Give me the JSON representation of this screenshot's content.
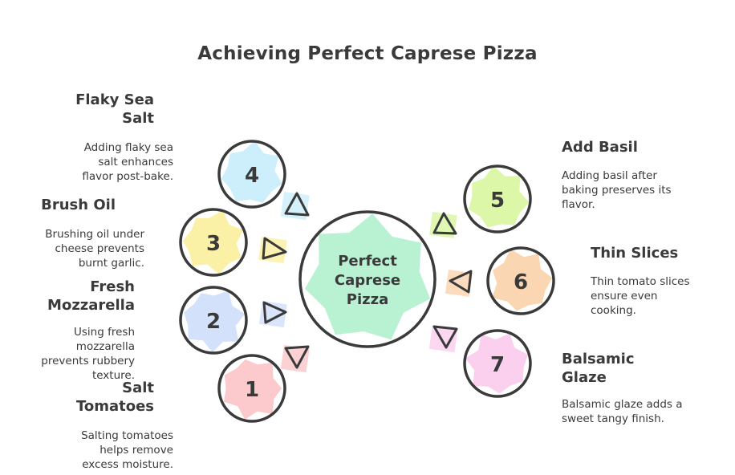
{
  "title": "Achieving Perfect Caprese Pizza",
  "center": {
    "lines": [
      "Perfect",
      "Caprese",
      "Pizza"
    ],
    "color": "#b9f2d3"
  },
  "steps": [
    {
      "num": "1",
      "title": "Salt Tomatoes",
      "desc": "Salting tomatoes helps remove excess moisture.",
      "color": "#fcc9cd"
    },
    {
      "num": "2",
      "title": "Fresh Mozzarella",
      "desc": "Using fresh mozzarella prevents rubbery texture.",
      "color": "#d3e1fb"
    },
    {
      "num": "3",
      "title": "Brush Oil",
      "desc": "Brushing oil under cheese prevents burnt garlic.",
      "color": "#fbf1a6"
    },
    {
      "num": "4",
      "title": "Flaky Sea Salt",
      "desc": "Adding flaky sea salt enhances flavor post-bake.",
      "color": "#cdeefb"
    },
    {
      "num": "5",
      "title": "Add Basil",
      "desc": "Adding basil after baking preserves its flavor.",
      "color": "#dcf7a8"
    },
    {
      "num": "6",
      "title": "Thin Slices",
      "desc": "Thin tomato slices ensure even cooking.",
      "color": "#fbd6b2"
    },
    {
      "num": "7",
      "title": "Balsamic Glaze",
      "desc": "Balsamic glaze adds a sweet tangy finish.",
      "color": "#fbd0ee"
    }
  ],
  "colors": {
    "stroke": "#3a3a3a"
  }
}
